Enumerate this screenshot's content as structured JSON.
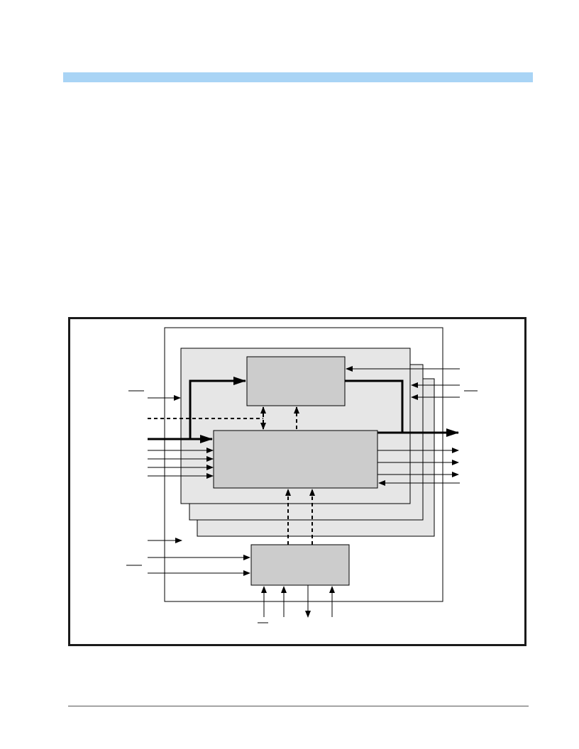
{
  "colors": {
    "header_bar": "#a9d4f5",
    "panel_fill": "#e6e6e6",
    "block_fill": "#cccccc",
    "line": "#000000",
    "frame": "#1a1a1a"
  },
  "diagram": {
    "nodes": [
      {
        "id": "outer-container",
        "label": ""
      },
      {
        "id": "channel-panel-stack",
        "label": ""
      },
      {
        "id": "top-block",
        "label": ""
      },
      {
        "id": "main-block",
        "label": ""
      },
      {
        "id": "bottom-block",
        "label": ""
      }
    ],
    "edges": [
      {
        "from": "left-data-in",
        "to": "main-block",
        "style": "bold"
      },
      {
        "from": "main-block",
        "to": "top-block",
        "style": "bold"
      },
      {
        "from": "top-block",
        "to": "right-data-out",
        "style": "bold"
      },
      {
        "from": "main-block",
        "to": "right-data-out",
        "style": "bold"
      },
      {
        "from": "left-dashed-in",
        "to": "top-main-junction",
        "style": "dashed"
      },
      {
        "from": "main-block",
        "to": "top-block",
        "style": "dashed-bidirectional"
      },
      {
        "from": "main-block",
        "to": "top-block",
        "style": "dashed"
      },
      {
        "from": "bottom-block",
        "to": "main-block",
        "style": "dashed"
      },
      {
        "from": "bottom-block",
        "to": "main-block",
        "style": "dashed"
      },
      {
        "from": "left-inputs",
        "to": "main-block",
        "style": "thin",
        "count": 4
      },
      {
        "from": "main-block",
        "to": "right-outputs",
        "style": "thin",
        "count": 3
      },
      {
        "from": "right-input",
        "to": "main-block",
        "style": "thin"
      },
      {
        "from": "right-inputs",
        "to": "panels",
        "style": "thin",
        "count": 2
      },
      {
        "from": "right-input",
        "to": "top-block",
        "style": "thin"
      },
      {
        "from": "left-input",
        "to": "panels",
        "style": "thin"
      },
      {
        "from": "left-input",
        "to": "outer-container",
        "style": "thin"
      },
      {
        "from": "left-inputs",
        "to": "bottom-block",
        "style": "thin",
        "count": 2
      },
      {
        "from": "bottom-inputs",
        "to": "bottom-block",
        "style": "thin",
        "count": 3
      },
      {
        "from": "bottom-block",
        "to": "bottom-output",
        "style": "thin"
      }
    ]
  }
}
